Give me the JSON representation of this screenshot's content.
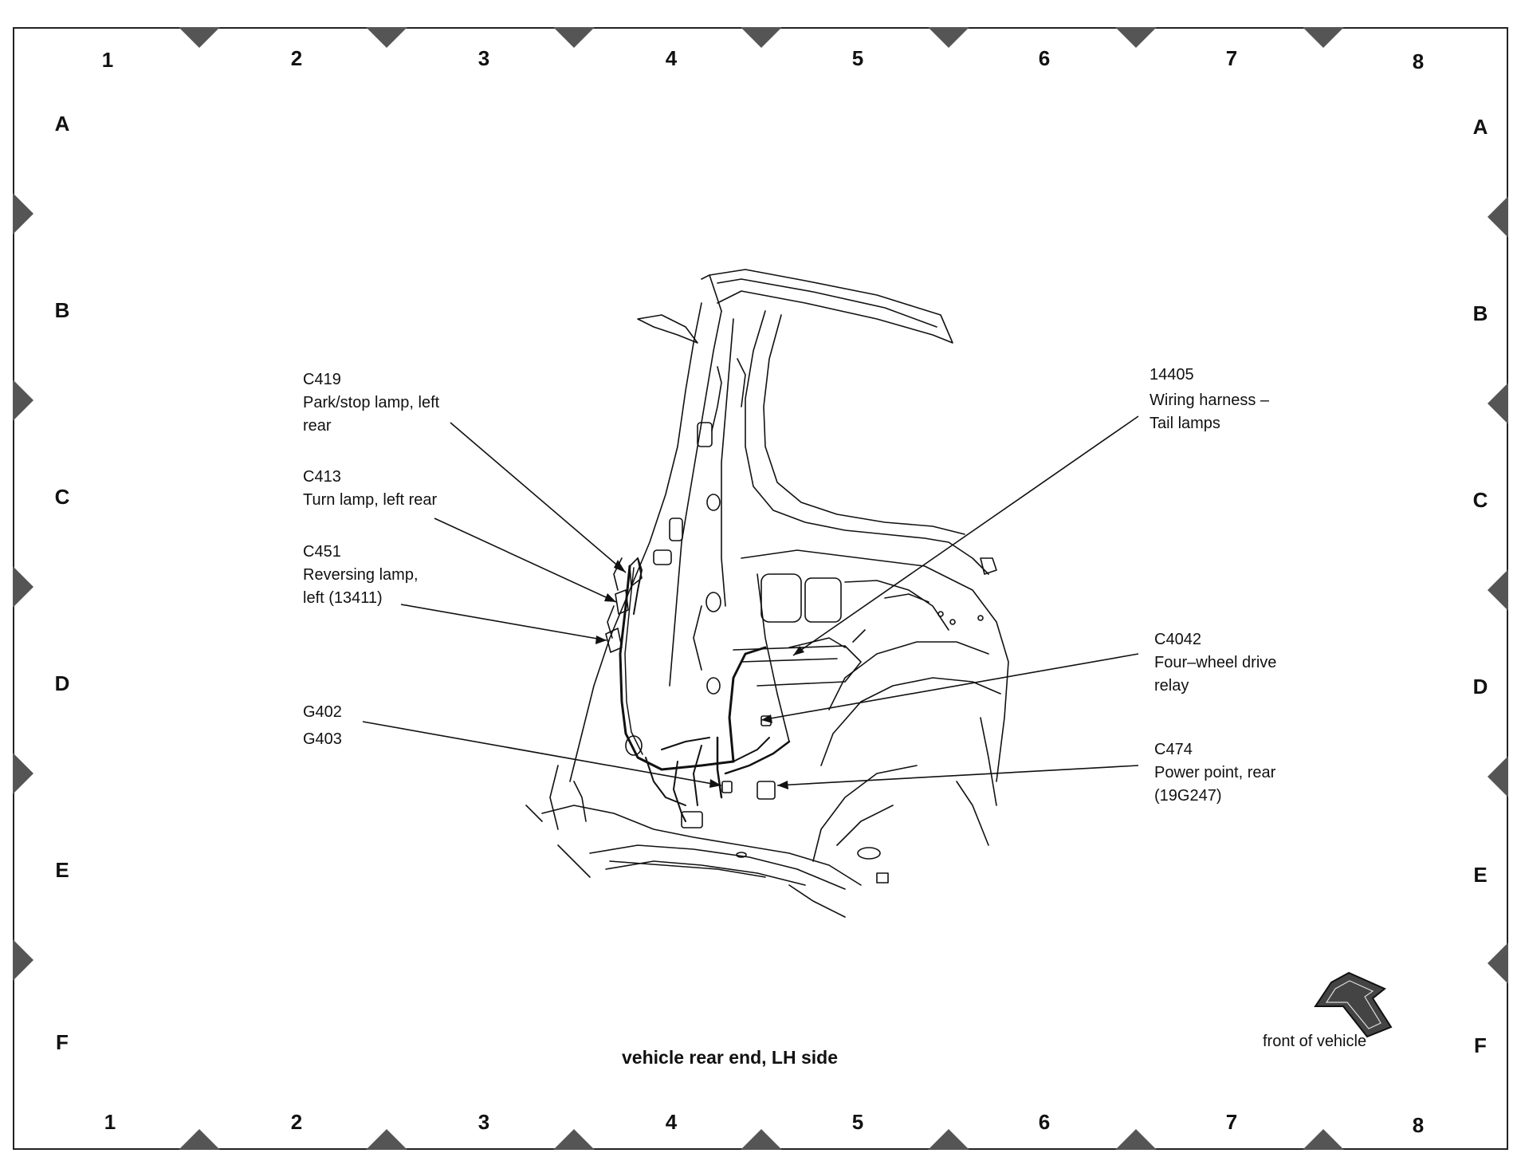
{
  "grid": {
    "columns": [
      "1",
      "2",
      "3",
      "4",
      "5",
      "6",
      "7",
      "8"
    ],
    "rows": [
      "A",
      "B",
      "C",
      "D",
      "E",
      "F"
    ]
  },
  "callouts": {
    "c419": {
      "code": "C419",
      "desc_lines": [
        "Park/stop lamp, left",
        "rear"
      ]
    },
    "c413": {
      "code": "C413",
      "desc_lines": [
        "Turn lamp, left rear"
      ]
    },
    "c451": {
      "code": "C451",
      "desc_lines": [
        "Reversing lamp,",
        "left (13411)"
      ]
    },
    "g402": {
      "code": "G402",
      "code2": "G403"
    },
    "h14405": {
      "code": "14405",
      "desc_lines": [
        "Wiring harness –",
        "Tail lamps"
      ]
    },
    "c4042": {
      "code": "C4042",
      "desc_lines": [
        "Four–wheel drive",
        "relay"
      ]
    },
    "c474": {
      "code": "C474",
      "desc_lines": [
        "Power point, rear",
        "(19G247)"
      ]
    }
  },
  "caption": "vehicle rear end, LH side",
  "front_label": "front of vehicle",
  "icons": {
    "orientation": "front-of-vehicle-arrow-icon"
  },
  "colors": {
    "ink": "#111111",
    "marker": "#555555",
    "background": "#ffffff"
  }
}
